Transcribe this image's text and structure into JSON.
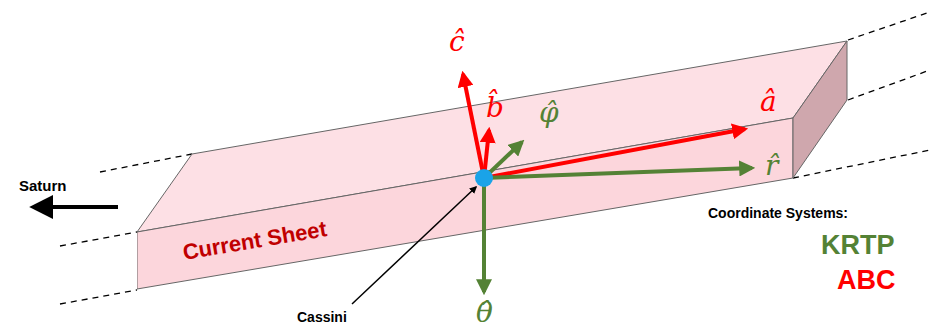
{
  "diagram": {
    "nodes": [
      {
        "text": [
          "Current Sheet"
        ]
      }
    ],
    "labels": [
      "ĉ",
      "b̂",
      "φ̂",
      "â",
      "r̂",
      "θ̂",
      "Saturn",
      "Cassini",
      "Coordinate Systems:"
    ],
    "legend": [
      {
        "text": "KRTP",
        "color": "#548235"
      },
      {
        "text": "ABC",
        "color": "#ff0000"
      }
    ]
  }
}
